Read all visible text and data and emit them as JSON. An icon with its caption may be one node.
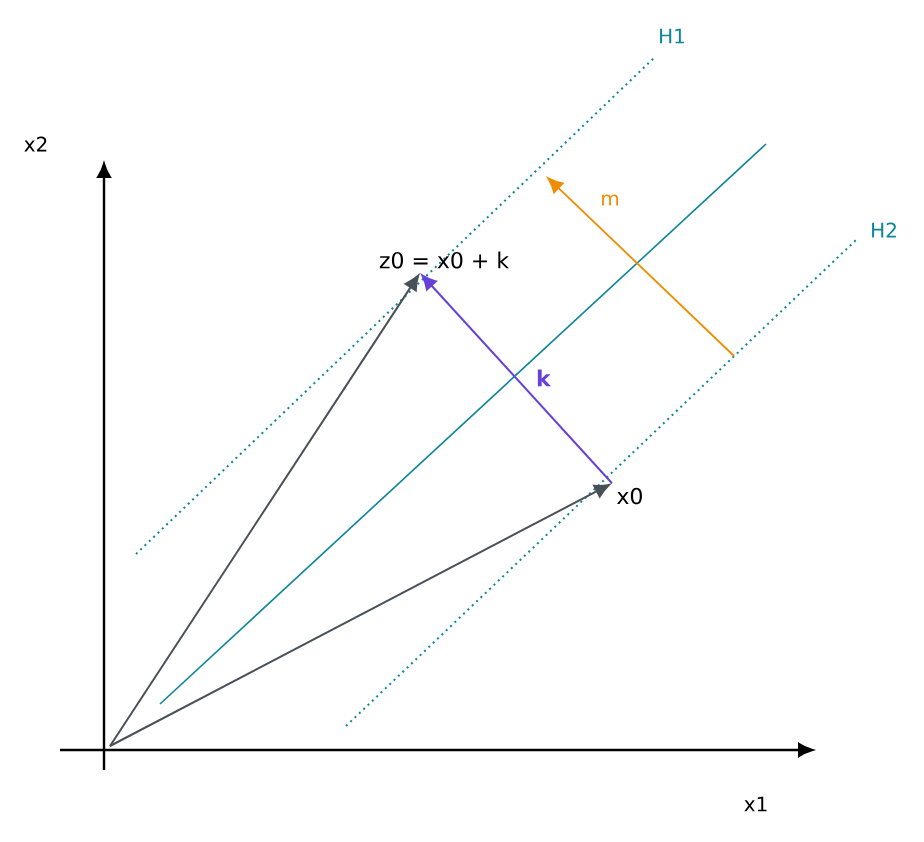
{
  "diagram": {
    "nodes": [
      {
        "text": [
          "x0"
        ]
      },
      {
        "text": [
          "z0 = x0 + k"
        ]
      }
    ],
    "edges": [
      {
        "from": null,
        "to": 0,
        "arrow": "to"
      },
      {
        "from": null,
        "to": 1,
        "arrow": "to"
      },
      {
        "from": 0,
        "to": 1,
        "arrow": "to",
        "label": "k",
        "color": "#6741d9"
      }
    ],
    "labels": [
      "H1",
      "x2",
      "m",
      "H2",
      "x1"
    ]
  }
}
